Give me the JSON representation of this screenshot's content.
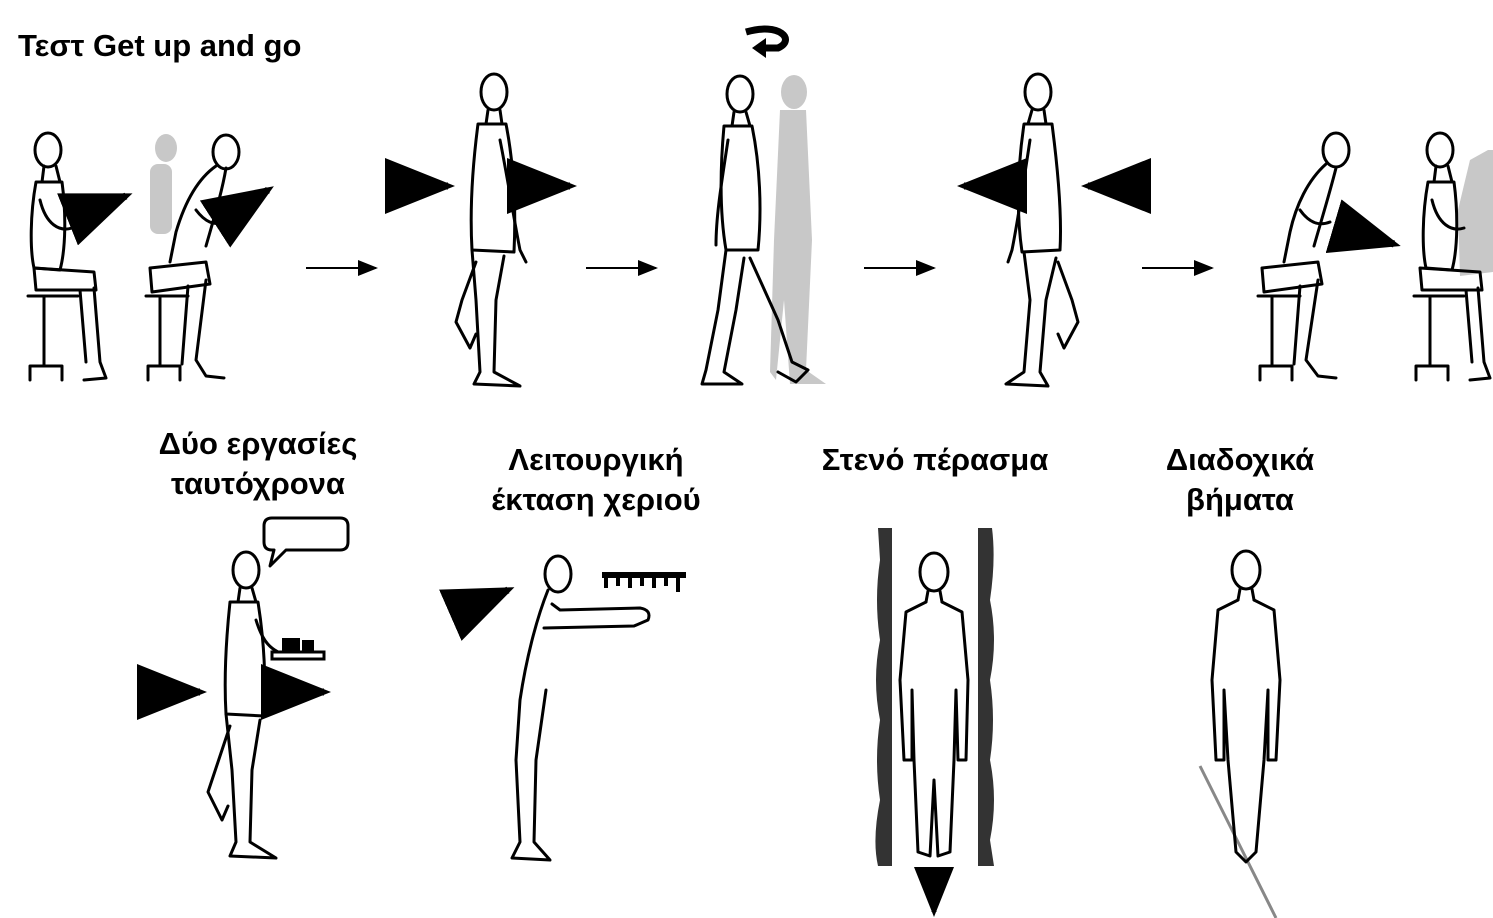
{
  "title": "Τεστ Get up and go",
  "labels": {
    "dual_task": {
      "line1": "Δύο εργασίες",
      "line2": "ταυτόχρονα"
    },
    "functional_reach": {
      "line1": "Λειτουργική",
      "line2": "έκταση χεριού"
    },
    "narrow_passage": {
      "line1": "Στενό πέρασμα"
    },
    "tandem_steps": {
      "line1": "Διαδοχικά",
      "line2": "βήματα"
    }
  },
  "colors": {
    "ink": "#000000",
    "ghost": "#c8c8c8",
    "wall": "#333333"
  }
}
